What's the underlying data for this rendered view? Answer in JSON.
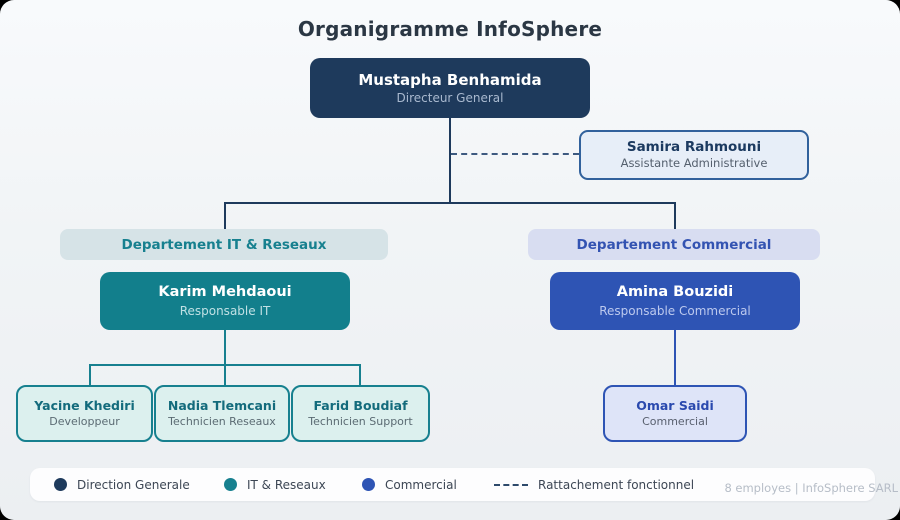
{
  "title": "Organigramme InfoSphere",
  "colors": {
    "navy": "#1e3a5c",
    "teal": "#17808f",
    "blue": "#2e54b4"
  },
  "chart": {
    "director": {
      "name": "Mustapha Benhamida",
      "role": "Directeur General"
    },
    "assistant": {
      "name": "Samira Rahmouni",
      "role": "Assistante Administrative"
    },
    "departments": {
      "it": {
        "label": "Departement IT & Reseaux"
      },
      "commercial": {
        "label": "Departement Commercial"
      }
    },
    "it_manager": {
      "name": "Karim Mehdaoui",
      "role": "Responsable IT"
    },
    "commercial_manager": {
      "name": "Amina Bouzidi",
      "role": "Responsable Commercial"
    },
    "it_staff": [
      {
        "name": "Yacine Khediri",
        "role": "Developpeur"
      },
      {
        "name": "Nadia Tlemcani",
        "role": "Technicien Reseaux"
      },
      {
        "name": "Farid Boudiaf",
        "role": "Technicien Support"
      }
    ],
    "commercial_staff": [
      {
        "name": "Omar Saidi",
        "role": "Commercial"
      }
    ]
  },
  "legend": {
    "items": [
      {
        "label": "Direction Generale",
        "color": "#1e3a5c"
      },
      {
        "label": "IT & Reseaux",
        "color": "#17808f"
      },
      {
        "label": "Commercial",
        "color": "#2e54b4"
      }
    ],
    "dashed_label": "Rattachement fonctionnel",
    "footer": "8 employes | InfoSphere SARL"
  }
}
